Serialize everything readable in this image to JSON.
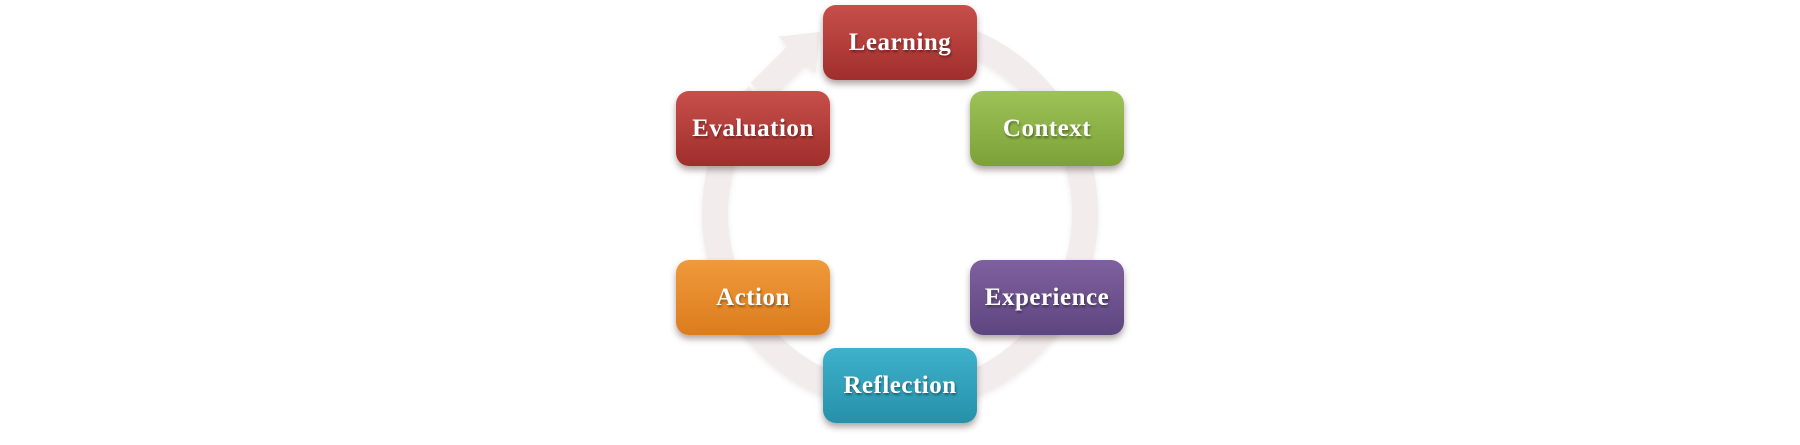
{
  "diagram": {
    "type": "cycle",
    "direction": "clockwise",
    "background": "#ffffff",
    "ring_color": "#f2ecec",
    "label_color": "#ffffff",
    "nodes": [
      {
        "label": "Learning",
        "position": "top",
        "color_top": "#c74f4a",
        "color_bottom": "#a02e2c"
      },
      {
        "label": "Context",
        "position": "upper-right",
        "color_top": "#9dc357",
        "color_bottom": "#7ba138"
      },
      {
        "label": "Experience",
        "position": "lower-right",
        "color_top": "#7f609e",
        "color_bottom": "#5d4680"
      },
      {
        "label": "Reflection",
        "position": "bottom",
        "color_top": "#3eb1cb",
        "color_bottom": "#2691a9"
      },
      {
        "label": "Action",
        "position": "lower-left",
        "color_top": "#ef9a3b",
        "color_bottom": "#dc7c1d"
      },
      {
        "label": "Evaluation",
        "position": "upper-left",
        "color_top": "#c74f4a",
        "color_bottom": "#a02e2c"
      }
    ]
  }
}
